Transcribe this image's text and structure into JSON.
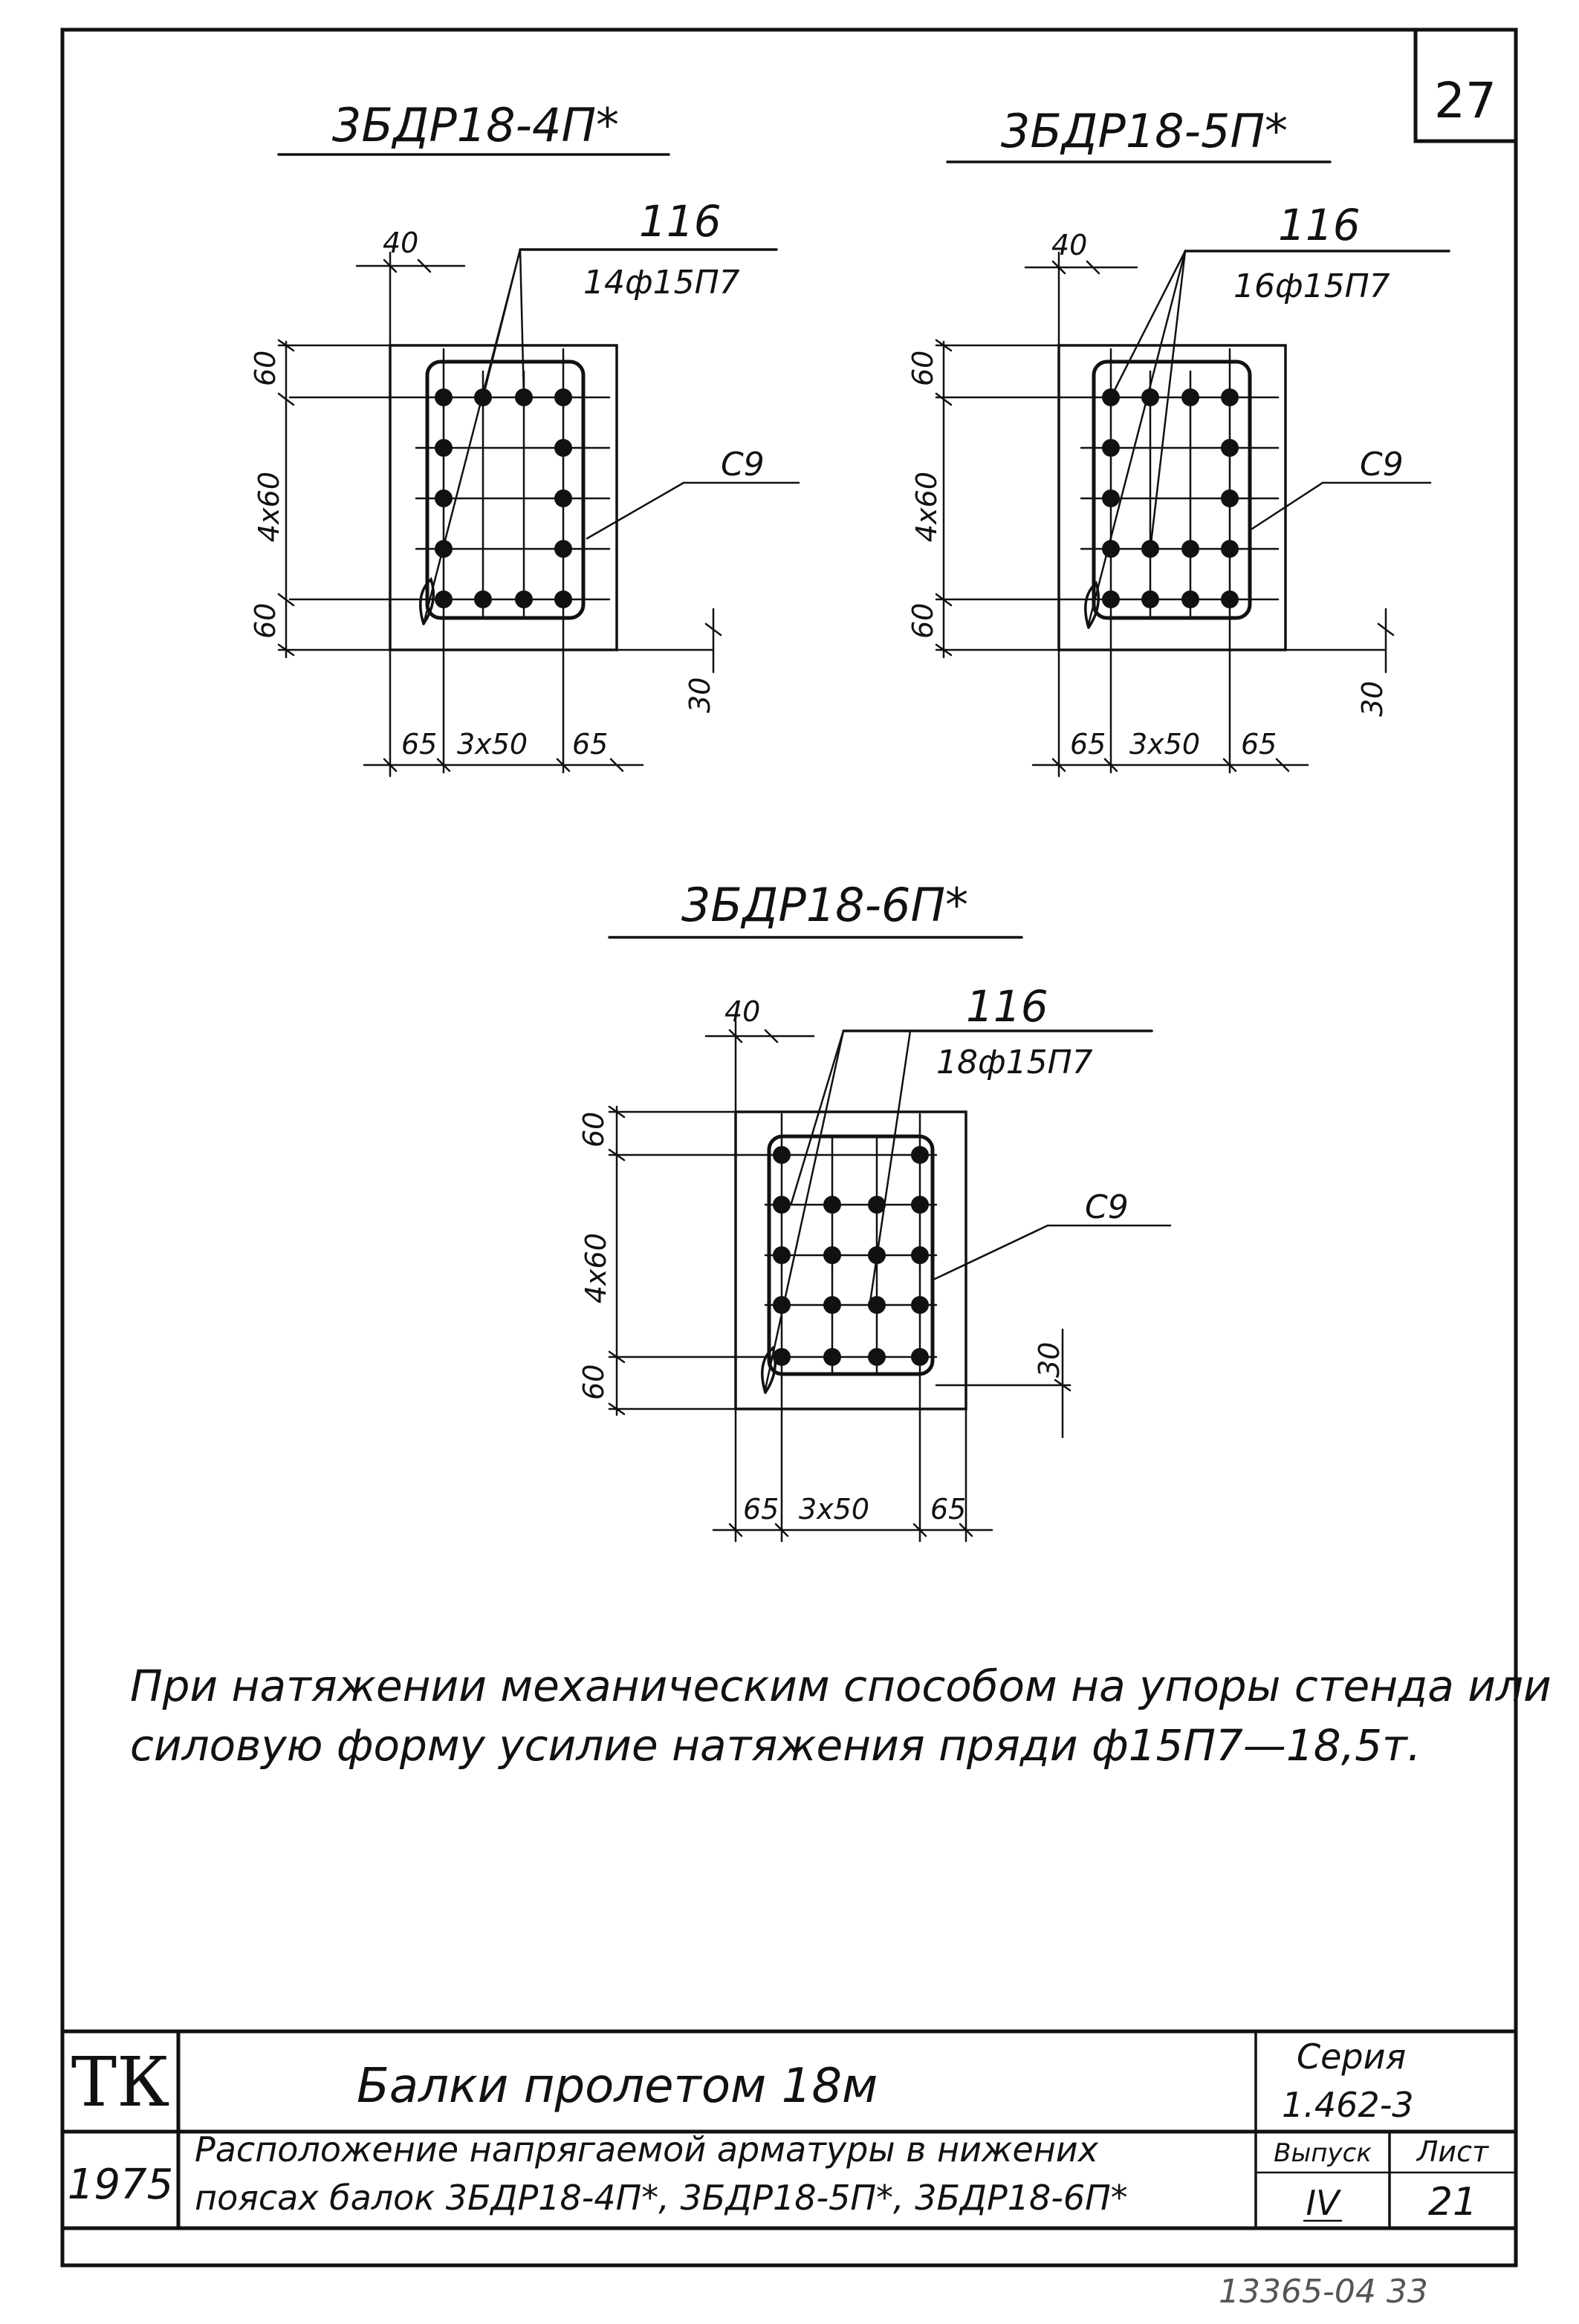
{
  "sheet_number": "27",
  "sections": [
    {
      "title": "3БДР18-4П*",
      "mark": "116",
      "bars_spec": "14ф15П7",
      "stirrup": "С9",
      "dims": {
        "top": "60",
        "middle": "4x60",
        "bottom": "60",
        "left_offset": "40",
        "cover_right": "30",
        "left": "65",
        "center": "3x50",
        "right": "65"
      }
    },
    {
      "title": "3БДР18-5П*",
      "mark": "116",
      "bars_spec": "16ф15П7",
      "stirrup": "С9",
      "dims": {
        "top": "60",
        "middle": "4x60",
        "bottom": "60",
        "left_offset": "40",
        "cover_right": "30",
        "left": "65",
        "center": "3x50",
        "right": "65"
      }
    },
    {
      "title": "3БДР18-6П*",
      "mark": "116",
      "bars_spec": "18ф15П7",
      "stirrup": "С9",
      "dims": {
        "top": "60",
        "middle": "4x60",
        "bottom": "60",
        "left_offset": "40",
        "cover_right": "30",
        "left": "65",
        "center": "3x50",
        "right": "65"
      }
    }
  ],
  "note": {
    "line1": "При натяжении механическим способом на упоры стенда или",
    "line2": "силовую форму усилие натяжения пряди ф15П7—18,5т."
  },
  "title_block": {
    "org": "ТК",
    "year": "1975",
    "title": "Балки пролетом 18м",
    "description_line1": "Расположение напрягаемой арматуры в нижених",
    "description_line2": "поясах балок 3БДР18-4П*, 3БДР18-5П*, 3БДР18-6П*",
    "series_label": "Серия",
    "series_value": "1.462-3",
    "issue_label": "Выпуск",
    "issue_value": "IV",
    "sheet_label": "Лист",
    "sheet_value": "21"
  },
  "archive_number": "13365-04  33"
}
